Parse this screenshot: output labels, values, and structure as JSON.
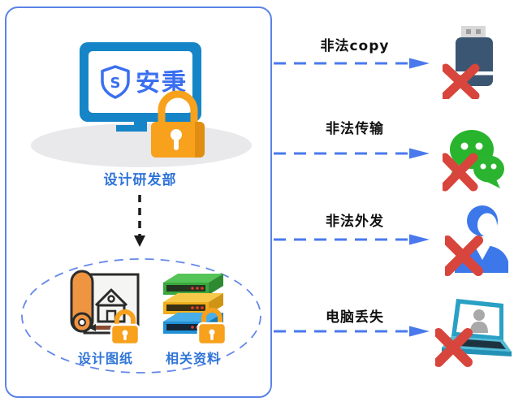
{
  "panel": {
    "department_label": "设计研发部",
    "logo": {
      "brand": "安秉",
      "shield_letter": "S"
    },
    "assets": [
      {
        "label": "设计图纸",
        "icon": "blueprint-icon"
      },
      {
        "label": "相关资料",
        "icon": "server-stack-icon"
      }
    ]
  },
  "threats": [
    {
      "label": "非法copy",
      "icon": "usb-drive-icon"
    },
    {
      "label": "非法传输",
      "icon": "wechat-icon"
    },
    {
      "label": "非法外发",
      "icon": "person-icon"
    },
    {
      "label": "电脑丢失",
      "icon": "laptop-icon"
    }
  ],
  "colors": {
    "border_blue": "#5b82e8",
    "arrow_blue": "#4a79ee",
    "brand_blue": "#3a6ff0",
    "monitor_blue": "#1685c8",
    "label_blue": "#2f74d8",
    "lock_orange": "#f7a11c",
    "wechat_green": "#29b42d",
    "usb_navy": "#3b5672",
    "laptop_teal": "#2aa0c4",
    "person_blue": "#3d78ea",
    "cross_red": "#d8453c",
    "threat_text": "#111111",
    "shadow_gray": "#e9e9eb"
  }
}
